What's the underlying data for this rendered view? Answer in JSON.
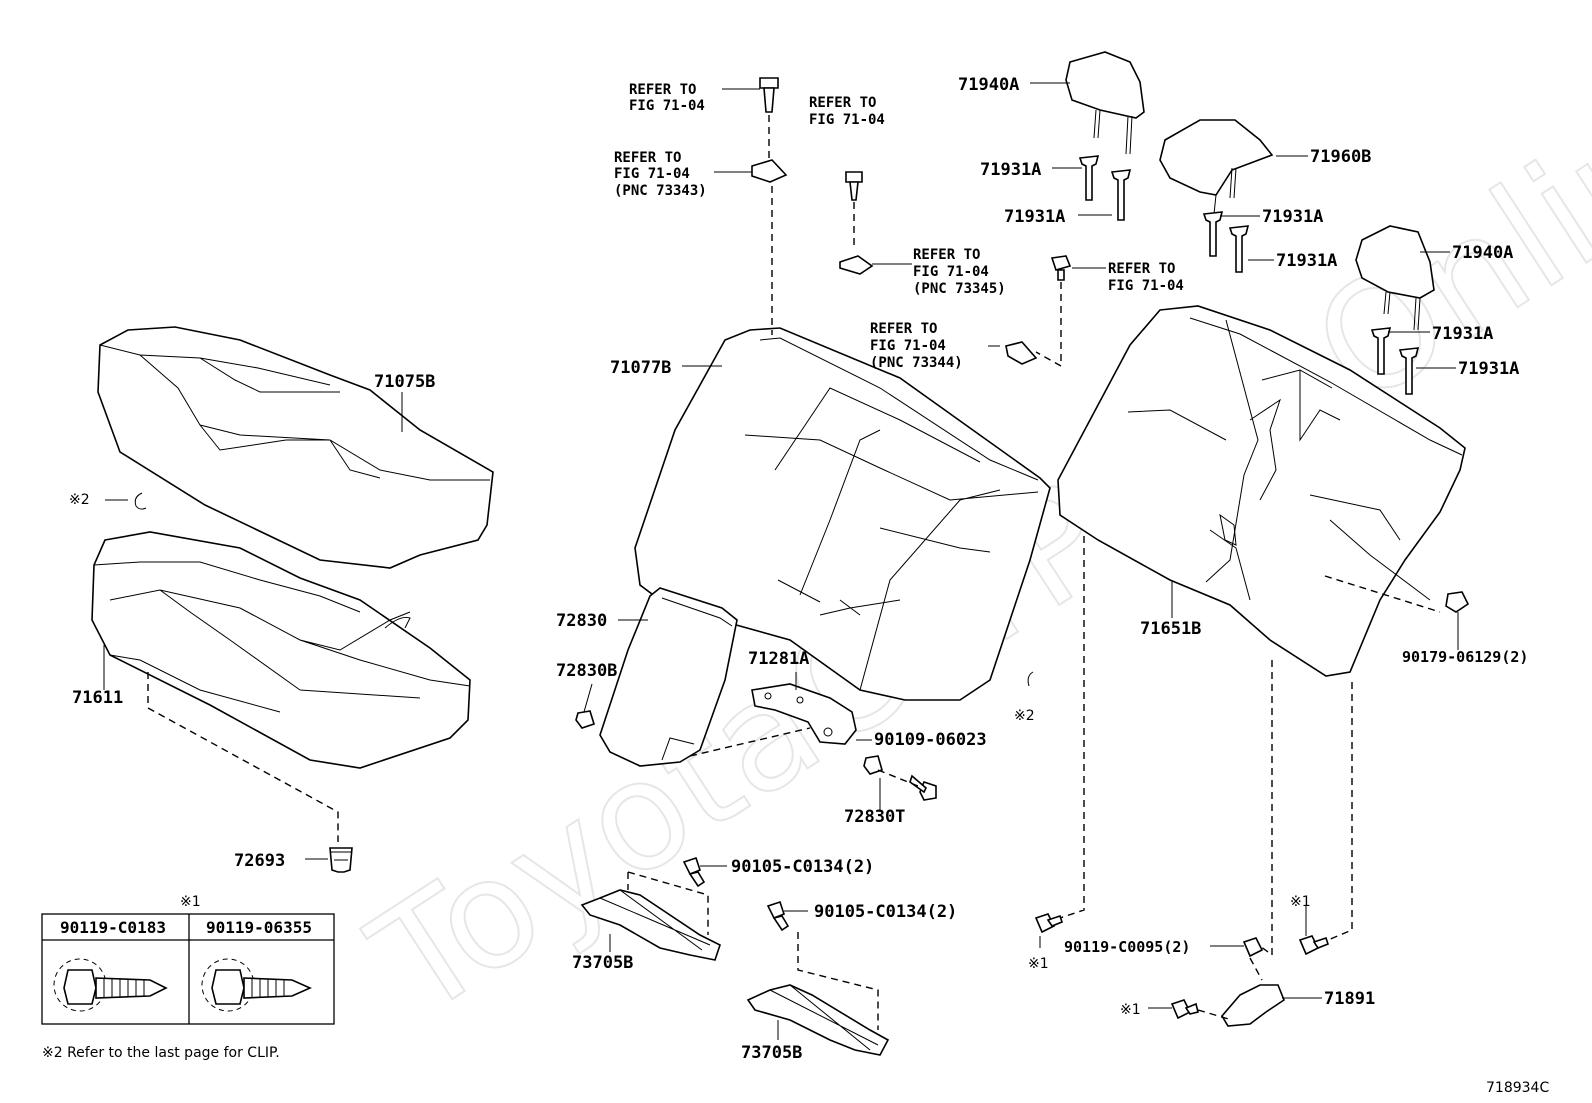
{
  "diagram": {
    "watermark": "ToyotaCarPartsOnline.ru",
    "figure_code": "718934C",
    "labels": {
      "l71075B": "71075B",
      "l71611": "71611",
      "l72693": "72693",
      "l71077B": "71077B",
      "l72830": "72830",
      "l72830B": "72830B",
      "l71281A": "71281A",
      "l90109": "90109-06023",
      "l72830T": "72830T",
      "l90105a": "90105-C0134(2)",
      "l90105b": "90105-C0134(2)",
      "l73705Ba": "73705B",
      "l73705Bb": "73705B",
      "l71940Aa": "71940A",
      "l71940Ab": "71940A",
      "l71960B": "71960B",
      "l71931A1": "71931A",
      "l71931A2": "71931A",
      "l71931A3": "71931A",
      "l71931A4": "71931A",
      "l71931A5": "71931A",
      "l71931A6": "71931A",
      "l71651B": "71651B",
      "l90179": "90179-06129(2)",
      "l90119c0095": "90119-C0095(2)",
      "l71891": "71891",
      "mark2a": "※2",
      "mark2b": "※2",
      "mark1a": "※1",
      "mark1b": "※1",
      "mark1c": "※1",
      "mark1d": "※1"
    },
    "refers": {
      "r1a": "REFER TO",
      "r1b": "FIG 71-04",
      "r2a": "REFER TO",
      "r2b": "FIG 71-04",
      "r2c": "(PNC 73343)",
      "r3a": "REFER TO",
      "r3b": "FIG 71-04",
      "r4a": "REFER TO",
      "r4b": "FIG 71-04",
      "r4c": "(PNC 73345)",
      "r5a": "REFER TO",
      "r5b": "FIG 71-04",
      "r6a": "REFER TO",
      "r6b": "FIG 71-04",
      "r6c": "(PNC 73344)"
    },
    "table": {
      "col1": "90119-C0183",
      "col2": "90119-06355"
    },
    "footnote": "※2  Refer to the last page for CLIP."
  }
}
